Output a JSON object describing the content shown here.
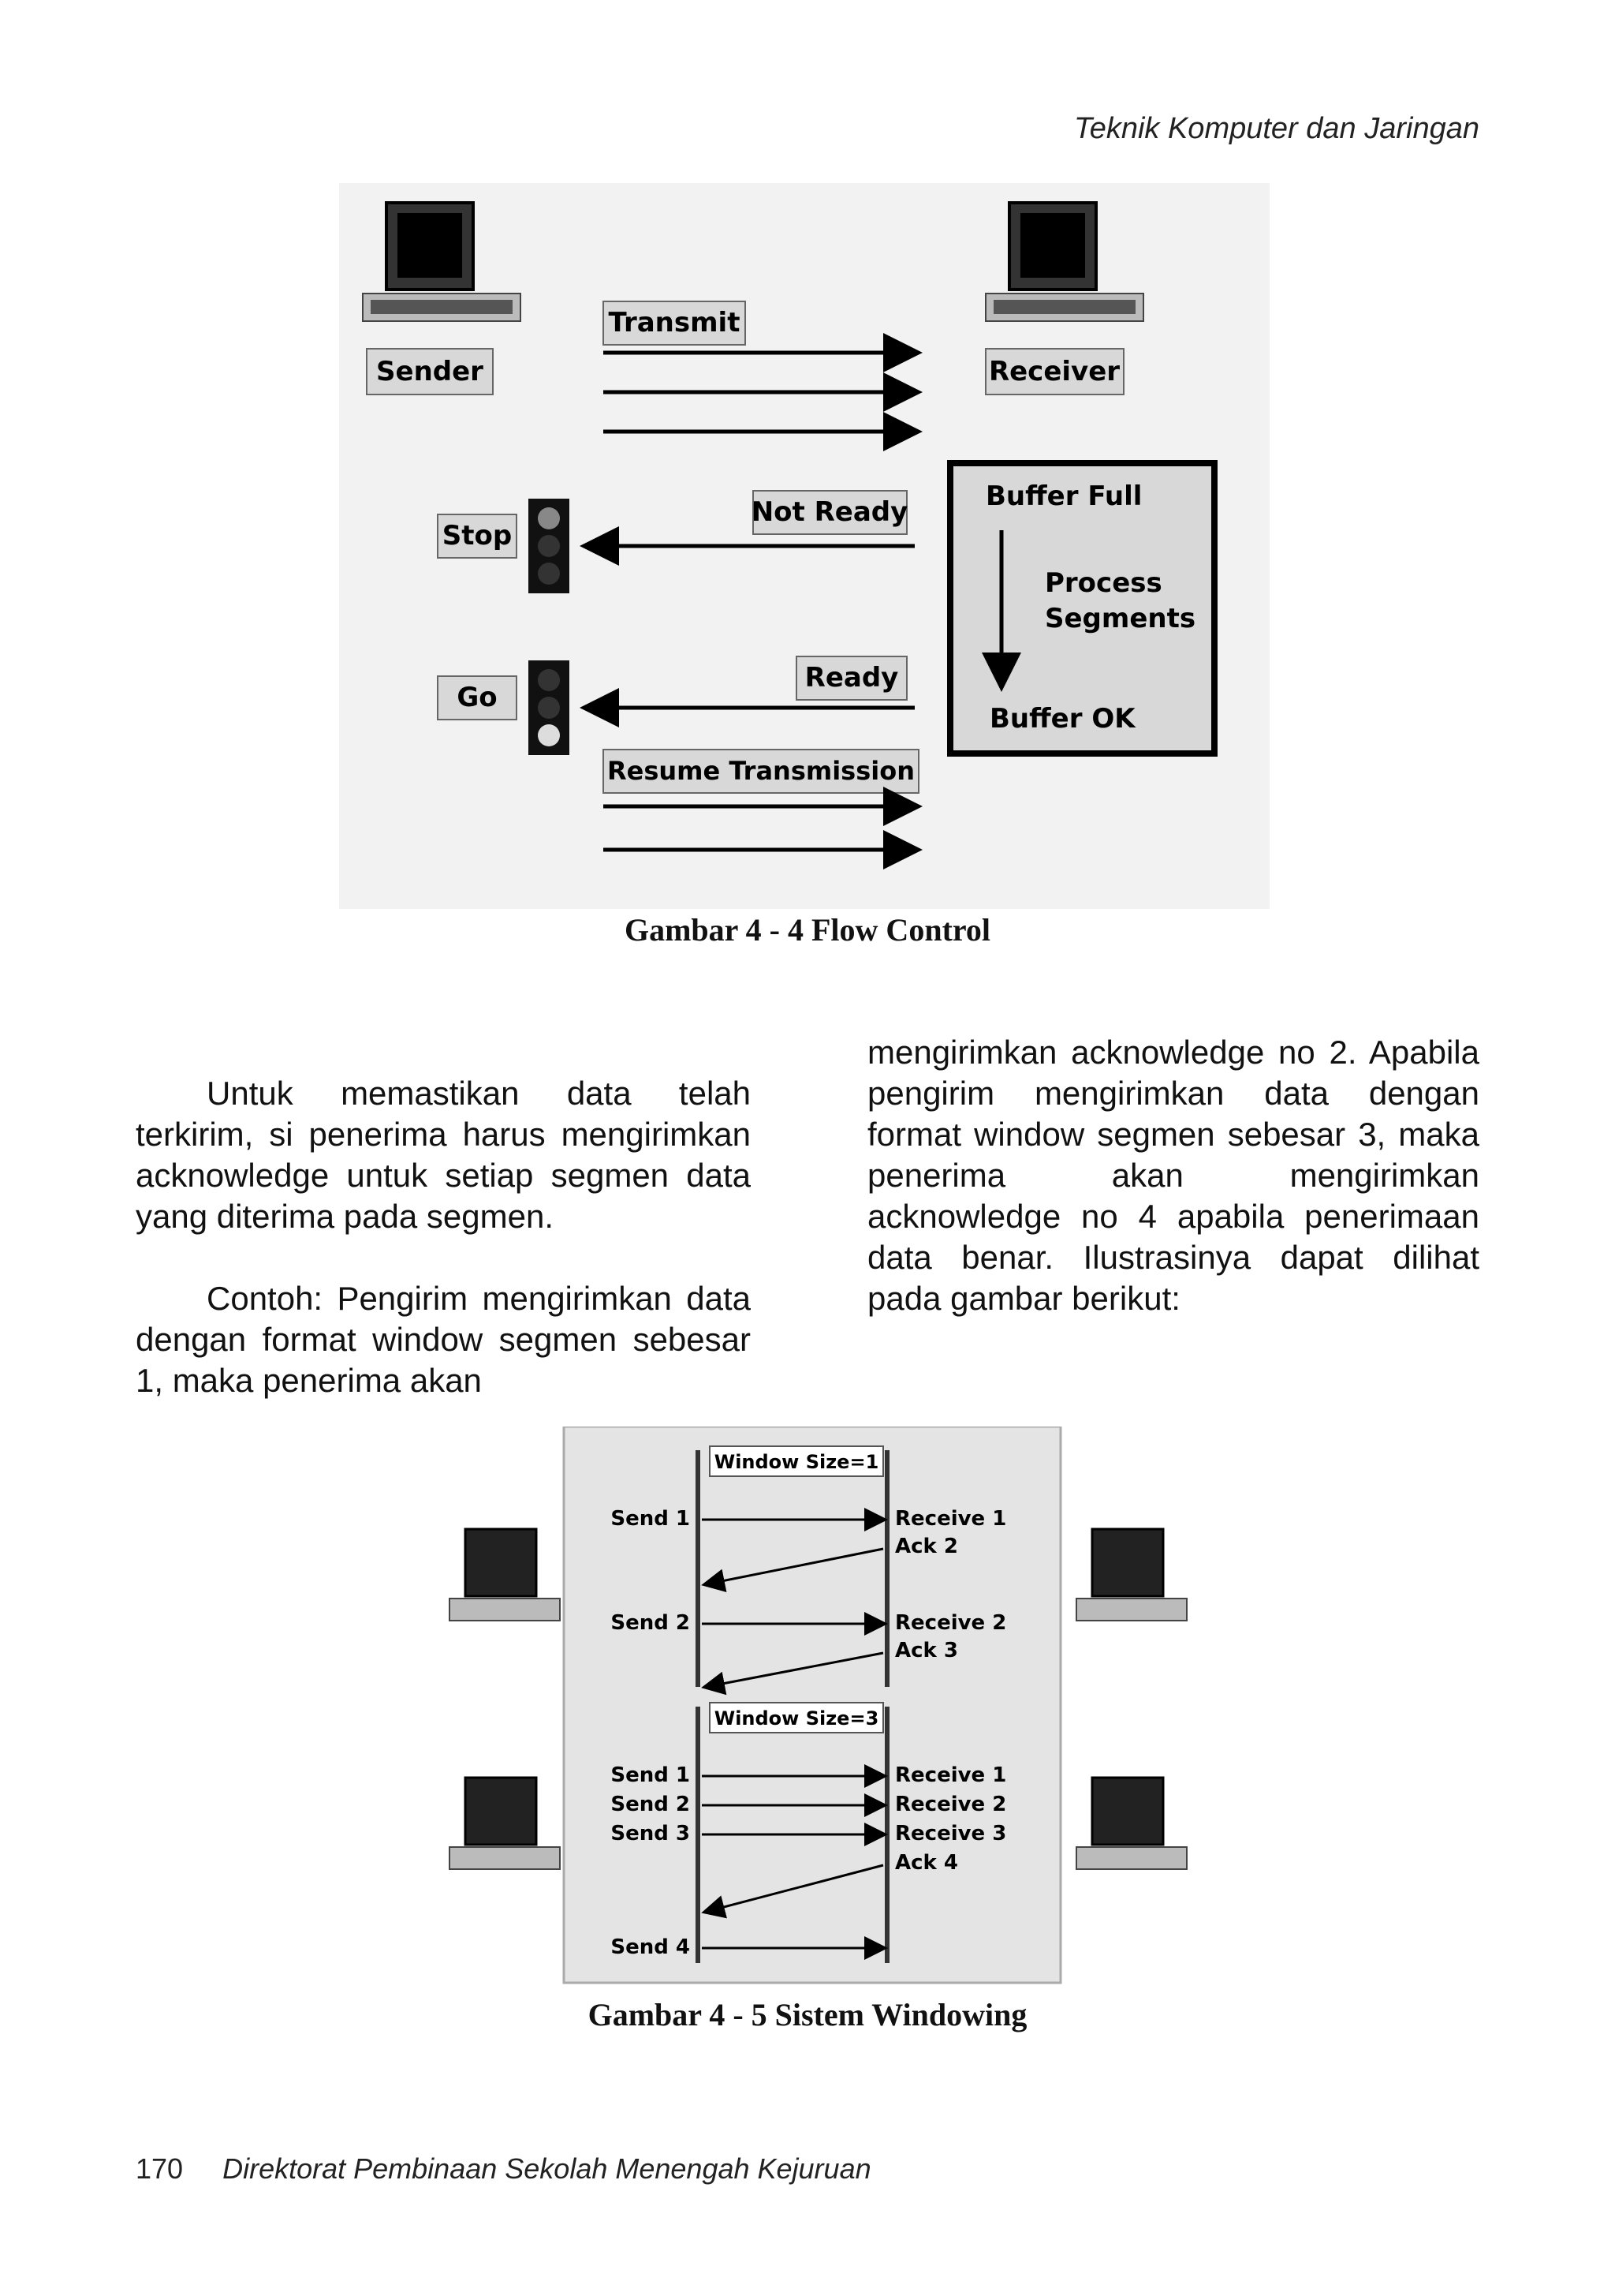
{
  "header": {
    "running_title": "Teknik Komputer dan Jaringan"
  },
  "figure1": {
    "caption": "Gambar 4 - 4 Flow Control",
    "labels": {
      "sender": "Sender",
      "receiver": "Receiver",
      "transmit": "Transmit",
      "stop": "Stop",
      "not_ready": "Not Ready",
      "go": "Go",
      "ready": "Ready",
      "resume": "Resume Transmission",
      "buffer_full": "Buffer Full",
      "process_1": "Process",
      "process_2": "Segments",
      "buffer_ok": "Buffer OK"
    }
  },
  "body_text": {
    "left_p1": "Untuk memastikan data telah terkirim, si penerima harus mengirimkan acknowledge untuk setiap segmen data yang diterima pada segmen.",
    "left_p2": "Contoh: Pengirim mengirimkan data dengan format window segmen sebesar 1, maka penerima akan",
    "right_p1": "mengirimkan acknowledge no 2. Apabila pengirim mengirimkan data dengan format window segmen sebesar 3, maka penerima akan mengirimkan acknowledge no 4 apabila penerimaan data benar. Ilustrasinya dapat dilihat pada gambar berikut:"
  },
  "figure2": {
    "caption": "Gambar 4 - 5 Sistem Windowing",
    "window1": {
      "title": "Window Size=1",
      "sends": [
        "Send 1",
        "Send 2"
      ],
      "receives": [
        "Receive 1",
        "Ack 2",
        "Receive 2",
        "Ack 3"
      ]
    },
    "window3": {
      "title": "Window Size=3",
      "sends": [
        "Send 1",
        "Send 2",
        "Send 3",
        "Send 4"
      ],
      "receives": [
        "Receive 1",
        "Receive 2",
        "Receive 3",
        "Ack 4"
      ]
    }
  },
  "footer": {
    "page_number": "170",
    "publisher": "Direktorat Pembinaan Sekolah Menengah Kejuruan"
  }
}
